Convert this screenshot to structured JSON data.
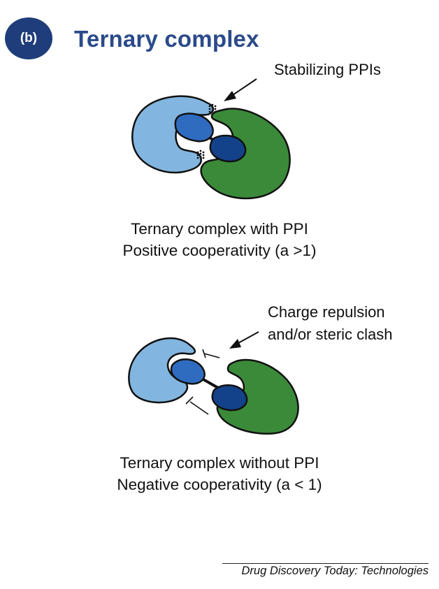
{
  "header": {
    "badge": "(b)",
    "title": "Ternary complex"
  },
  "panel_top": {
    "annotation": "Stabilizing PPIs",
    "caption_line1": "Ternary complex with PPI",
    "caption_line2": "Positive cooperativity (a >1)"
  },
  "panel_bottom": {
    "annotation_line1": "Charge repulsion",
    "annotation_line2": "and/or steric clash",
    "caption_line1": "Ternary complex without PPI",
    "caption_line2": "Negative cooperativity (a < 1)"
  },
  "footer": {
    "source": "Drug Discovery Today: Technologies"
  },
  "colors": {
    "light_blue_protein": "#82b6e0",
    "dark_blue_ligand": "#2f6cc0",
    "navy_ligand": "#14428a",
    "green_protein": "#3a8a3a",
    "badge": "#1f3d7a",
    "title": "#2a4a8a"
  }
}
